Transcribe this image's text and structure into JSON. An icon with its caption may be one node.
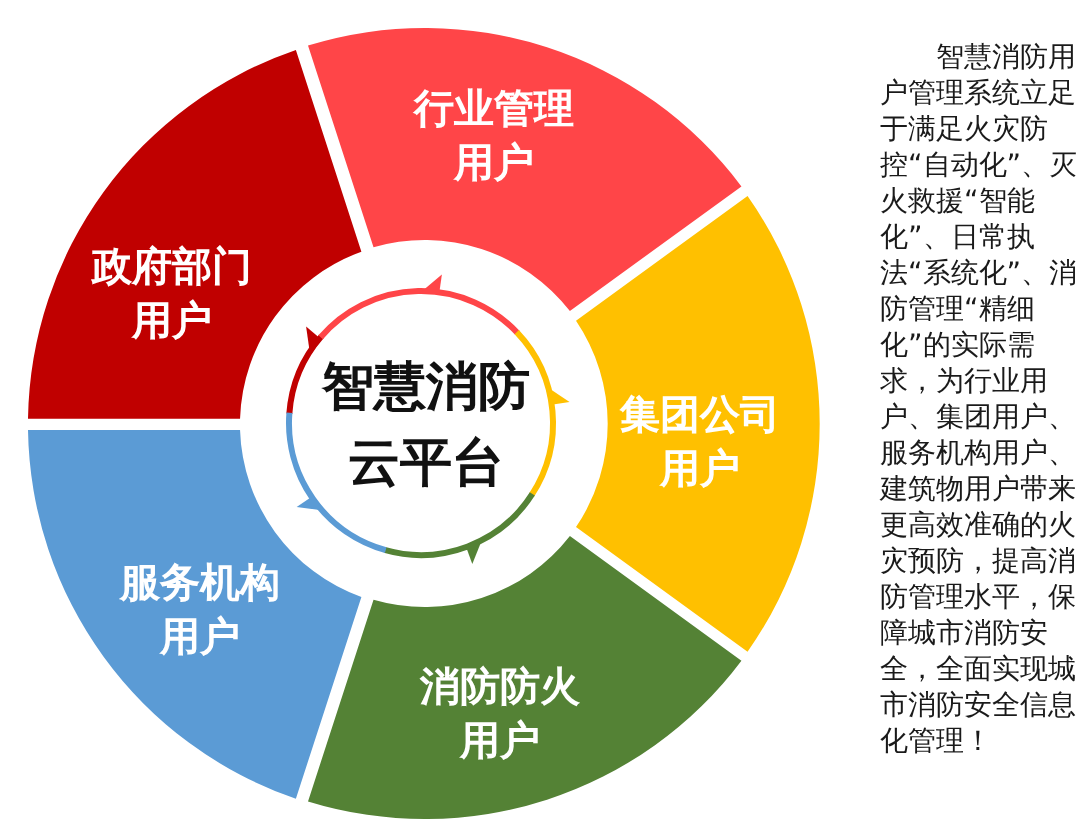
{
  "diagram": {
    "nodes": [
      {
        "text": [
          "智慧消防云平台"
        ]
      },
      {
        "text": [
          "行业管理用户"
        ]
      },
      {
        "text": [
          "集团公司用户"
        ]
      },
      {
        "text": [
          "消防防火用户"
        ]
      },
      {
        "text": [
          "服务机构用户"
        ]
      },
      {
        "text": [
          "政府部门用户"
        ]
      }
    ],
    "labels": [
      "智慧消防用户管理系统立足于满足火灾防控“自动化”、灭火救援“智能化”、日常执法“系统化”、消防管理“精细化”的实际需求，为行业用户、集团用户、服务机构用户、建筑物用户带来更高效准确的火灾预防，提高消防管理水平，保障城市消防安全，全面实现城市消防安全信息化管理！"
    ]
  }
}
